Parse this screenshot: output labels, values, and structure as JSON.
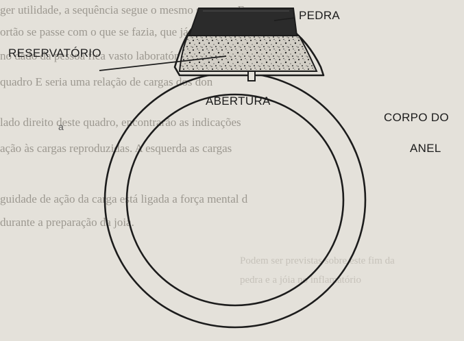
{
  "labels": {
    "pedra": "PEDRA",
    "reservatorio": "RESERVATÓRIO",
    "abertura": "ABERTURA",
    "corpo_do": "CORPO DO",
    "anel": "ANEL",
    "mark": "a"
  },
  "background_text": {
    "line1": "ger utilidade, a sequência segue o mesmo sucesso. Fo",
    "line2": "ortão se passe com o que se fazia, que já agem as",
    "line3": "no dado da pessoa fica vasto laboratório",
    "line4": "quadro E seria uma relação de cargas dos don",
    "line5": "lado direito deste quadro, encontrarão as indicações",
    "line6": "ação às cargas reproduzidas. A esquerda as cargas",
    "line7": "guidade de ação da carga está ligada a força mental d",
    "line8": "durante a preparação da joia.",
    "line9": "Podem ser previstas sobre este fim da",
    "line10": "pedra e a jóia no inflamatório"
  },
  "colors": {
    "ink": "#1c1c1c",
    "paper": "#e4e1da",
    "stone": "#2b2b2b",
    "reservoir": "#cfcbc2"
  }
}
